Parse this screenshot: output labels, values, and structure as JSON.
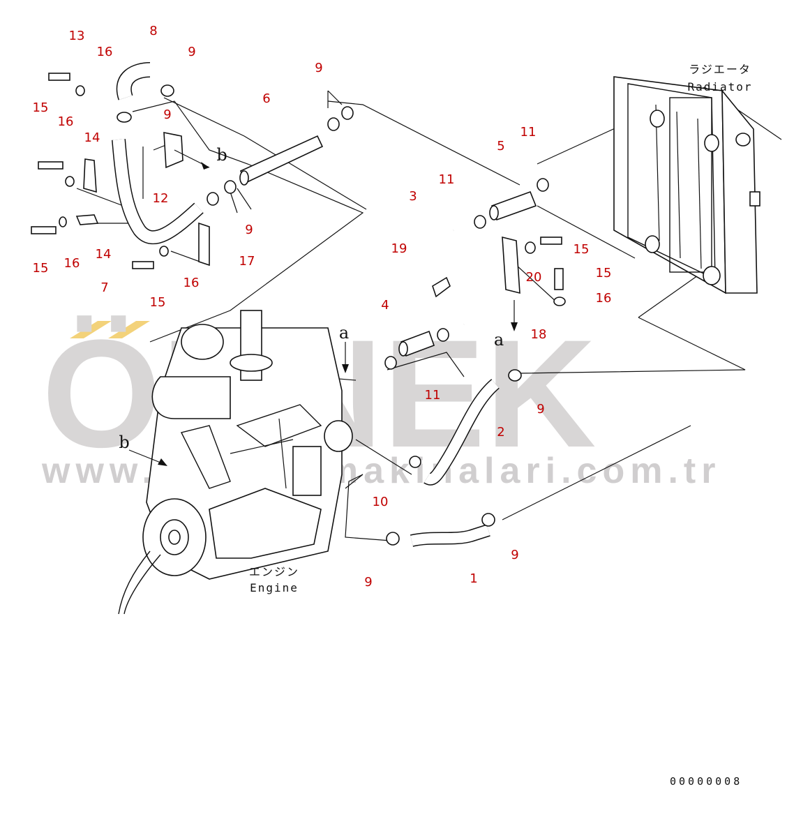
{
  "watermark": {
    "brand": "ÖRNEK",
    "url": "www.ornekismakinalari.com.tr"
  },
  "labels": {
    "radiator_jp": "ラジエータ",
    "radiator_en": "Radiator",
    "engine_jp": "エンジン",
    "engine_en": "Engine",
    "drawing_code": "00000008",
    "ref_a": "a",
    "ref_b": "b"
  },
  "callouts": [
    "13",
    "16",
    "8",
    "9",
    "15",
    "16",
    "14",
    "9",
    "12",
    "15",
    "16",
    "14",
    "9",
    "7",
    "16",
    "15",
    "17",
    "6",
    "9",
    "5",
    "11",
    "11",
    "3",
    "19",
    "15",
    "20",
    "15",
    "16",
    "18",
    "4",
    "11",
    "2",
    "9",
    "10",
    "9",
    "1",
    "9"
  ],
  "colors": {
    "callout": "#c00000",
    "watermark": "#d8d6d6",
    "accent": "#f5d67a"
  }
}
